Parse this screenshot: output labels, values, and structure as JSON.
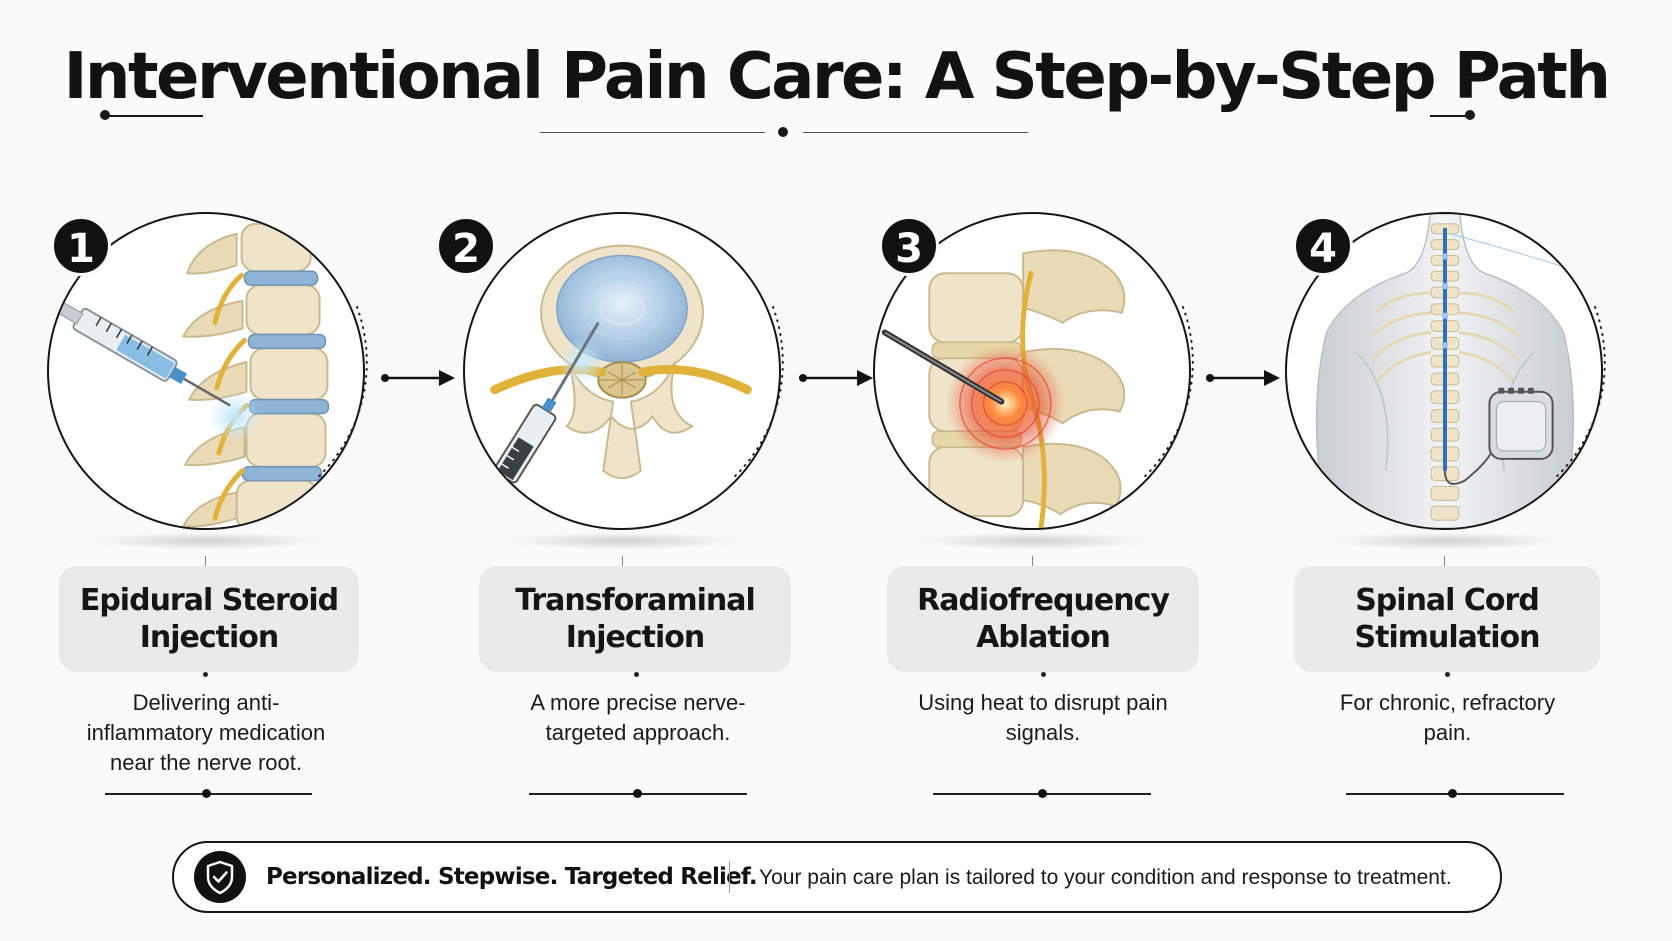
{
  "title": "Interventional Pain Care: A Step-by-Step Path",
  "steps": [
    {
      "number": "1",
      "name": "Epidural Steroid Injection",
      "description": "Delivering anti-inflammatory medication near the nerve root.",
      "illustration": "spine-syringe-illustration"
    },
    {
      "number": "2",
      "name": "Transforaminal Injection",
      "description": "A more precise nerve-targeted approach.",
      "illustration": "vertebra-needle-illustration"
    },
    {
      "number": "3",
      "name": "Radiofrequency Ablation",
      "description": "Using heat to disrupt pain signals.",
      "illustration": "vertebra-heat-probe-illustration"
    },
    {
      "number": "4",
      "name": "Spinal Cord Stimulation",
      "description": "For chronic, refractory pain.",
      "illustration": "back-stimulator-illustration"
    }
  ],
  "footer": {
    "icon": "shield-check-icon",
    "tagline": "Personalized. Stepwise. Targeted Relief.",
    "note": "Your pain care plan is tailored to your condition and response to treatment."
  },
  "colors": {
    "ink": "#111111",
    "label_bg": "#eaeaea",
    "bone": "#efe4c9",
    "disc": "#8fb4d6",
    "nerve": "#e0b23a",
    "heat": "#e8452c"
  }
}
